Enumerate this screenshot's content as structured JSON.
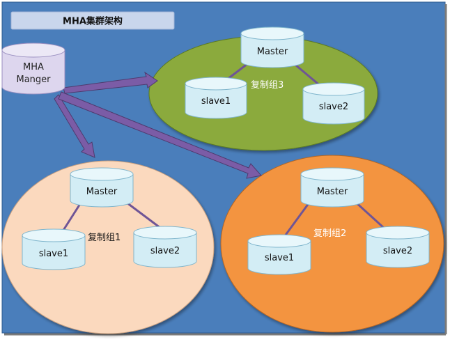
{
  "title": "MHA集群架构",
  "manager": {
    "line1": "MHA",
    "line2": "Manger"
  },
  "groups": [
    {
      "label": "复制组3",
      "master": "Master",
      "slave1": "slave1",
      "slave2": "slave2",
      "fill": "#8BAA3E"
    },
    {
      "label": "复制组1",
      "master": "Master",
      "slave1": "slave1",
      "slave2": "slave2",
      "fill": "#FBD9BE"
    },
    {
      "label": "复制组2",
      "master": "Master",
      "slave1": "slave1",
      "slave2": "slave2",
      "fill": "#F39440"
    }
  ],
  "colors": {
    "background": "#4A7EBB",
    "cylinder_fill": "#D3EDF5",
    "cylinder_top": "#E8F7FB",
    "cylinder_stroke": "#7FB5CC",
    "arrow": "#7B5CA6",
    "connector": "#6F5596",
    "manager_fill": "#DDD6EE"
  }
}
